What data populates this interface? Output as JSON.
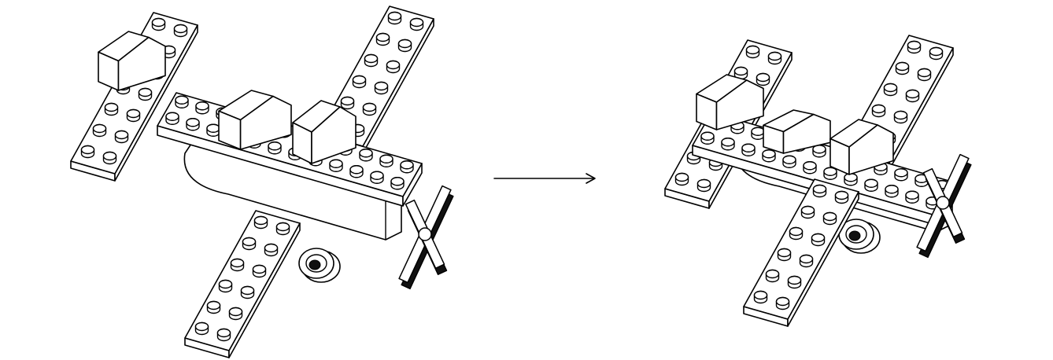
{
  "colors": {
    "stroke": "#000000",
    "background": "#ffffff",
    "dark_fill": "#111111"
  },
  "steps": [
    {
      "state": "parts",
      "parts": [
        "left-wing-plate",
        "right-wing-plate",
        "bottom-wing-plate",
        "fuselage-plate",
        "hull",
        "cockpit-slope-front",
        "cockpit-slope-rear",
        "tail-slope",
        "wheel",
        "propeller"
      ]
    },
    {
      "state": "assembled"
    }
  ],
  "icons": {
    "arrow": "arrow-right-icon"
  }
}
